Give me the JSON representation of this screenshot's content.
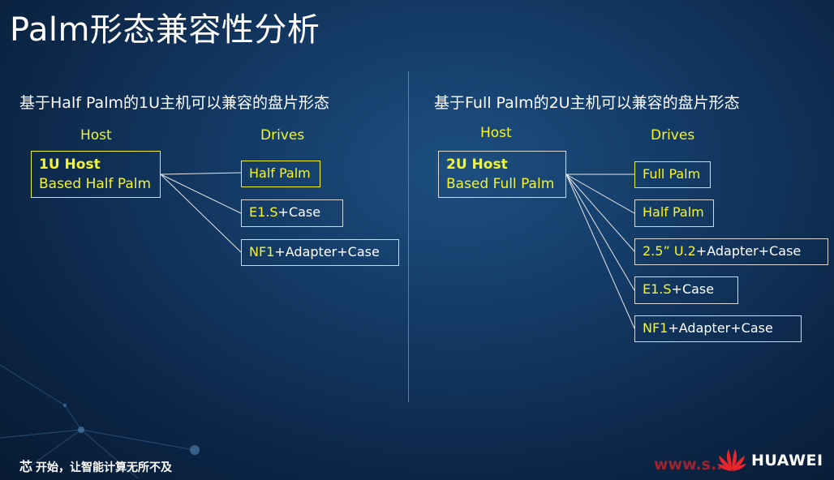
{
  "title": "Palm形态兼容性分析",
  "left": {
    "subtitle_a": "基于",
    "subtitle_b": "Half Palm",
    "subtitle_c": "的1U主机可以兼容的盘片形态",
    "host_label": "Host",
    "drives_label": "Drives",
    "host_line1": "1U Host",
    "host_line2": "Based Half Palm",
    "drives": [
      {
        "yellow": "Half Palm",
        "white": ""
      },
      {
        "yellow": "E1.S",
        "white": "+Case"
      },
      {
        "yellow": "NF1",
        "white": "+Adapter+Case"
      }
    ]
  },
  "right": {
    "subtitle_a": "基于",
    "subtitle_b": "Full Palm",
    "subtitle_c": "的2U主机可以兼容的盘片形态",
    "host_label": "Host",
    "drives_label": "Drives",
    "host_line1": "2U Host",
    "host_line2": "Based Full Palm",
    "drives": [
      {
        "yellow": "Full Palm",
        "white": ""
      },
      {
        "yellow": "Half Palm",
        "white": ""
      },
      {
        "yellow": "2.5” U.2",
        "white": "+Adapter+Case"
      },
      {
        "yellow": "E1.S",
        "white": "+Case"
      },
      {
        "yellow": "NF1",
        "white": "+Adapter+Case"
      }
    ]
  },
  "footer": {
    "glyph": "芯",
    "slogan": "开始，让智能计算无所不及"
  },
  "brand": {
    "name": "HUAWEI",
    "logo": "huawei-petal-logo"
  },
  "watermark": "www.s..."
}
